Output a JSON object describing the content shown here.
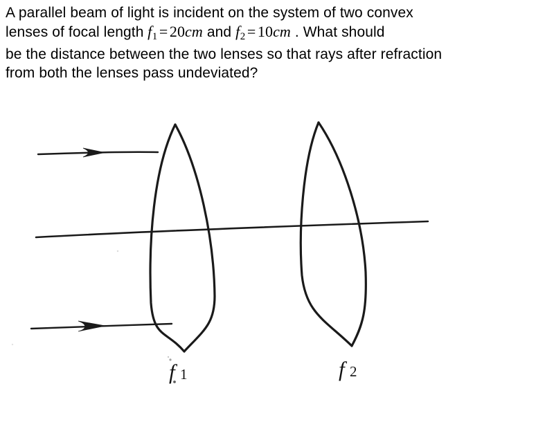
{
  "question": {
    "lines": [
      "A parallel beam of light is incident on the system of two convex",
      "lenses of focal length",
      "be the distance between the two lenses so that rays after refraction",
      "from both the lenses pass undeviated?"
    ],
    "line1": "A parallel beam of light is incident on the system of two convex",
    "line2_prefix": "lenses of focal length",
    "line2_conjunction": "and",
    "line2_suffix": ". What should",
    "line3": "be the distance between the two lenses so that rays after refraction",
    "line4": "from both the lenses pass undeviated?",
    "focal_length_1": {
      "symbol": "f",
      "subscript": "1",
      "relation": "=",
      "value": "20",
      "unit": "cm"
    },
    "focal_length_2": {
      "symbol": "f",
      "subscript": "2",
      "relation": "=",
      "value": "10",
      "unit": "cm"
    }
  },
  "diagram": {
    "type": "optics-ray-diagram",
    "description": "Two convex lenses drawn on a principal axis with two parallel incident rays arriving from the left",
    "stroke_color": "#1a1a1a",
    "background_color": "#ffffff",
    "lens_1": {
      "label_symbol": "f",
      "label_subscript": "1",
      "label_text": "f1"
    },
    "lens_2": {
      "label_symbol": "f",
      "label_subscript": "2",
      "label_text": "f2"
    },
    "rays": [
      {
        "name": "upper-incident-ray",
        "arrow": "right"
      },
      {
        "name": "lower-incident-ray",
        "arrow": "right"
      }
    ],
    "principal_axis": {
      "name": "principal-axis"
    }
  }
}
